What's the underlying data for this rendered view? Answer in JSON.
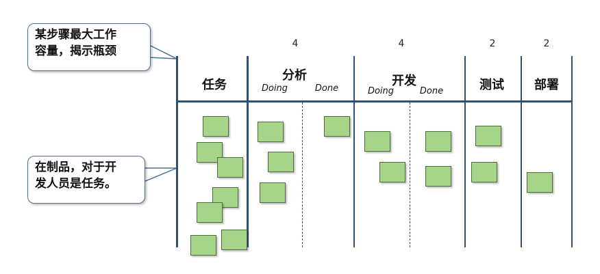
{
  "callouts": {
    "wip_limit": [
      "某步骤最大工作",
      "容量，揭示瓶颈"
    ],
    "wip_items": [
      "在制品，对于开",
      "发人员是任务。"
    ]
  },
  "columns": [
    {
      "title": "任务",
      "wip": ""
    },
    {
      "title": "分析",
      "wip": "4",
      "sub": [
        "Doing",
        "Done"
      ]
    },
    {
      "title": "开发",
      "wip": "4",
      "sub": [
        "Doing",
        "Done"
      ]
    },
    {
      "title": "测试",
      "wip": "2"
    },
    {
      "title": "部署",
      "wip": "2"
    }
  ],
  "colors": {
    "card_fill": "#a6d489",
    "card_border": "#4e6a41",
    "lines": "#2c4f7c"
  }
}
